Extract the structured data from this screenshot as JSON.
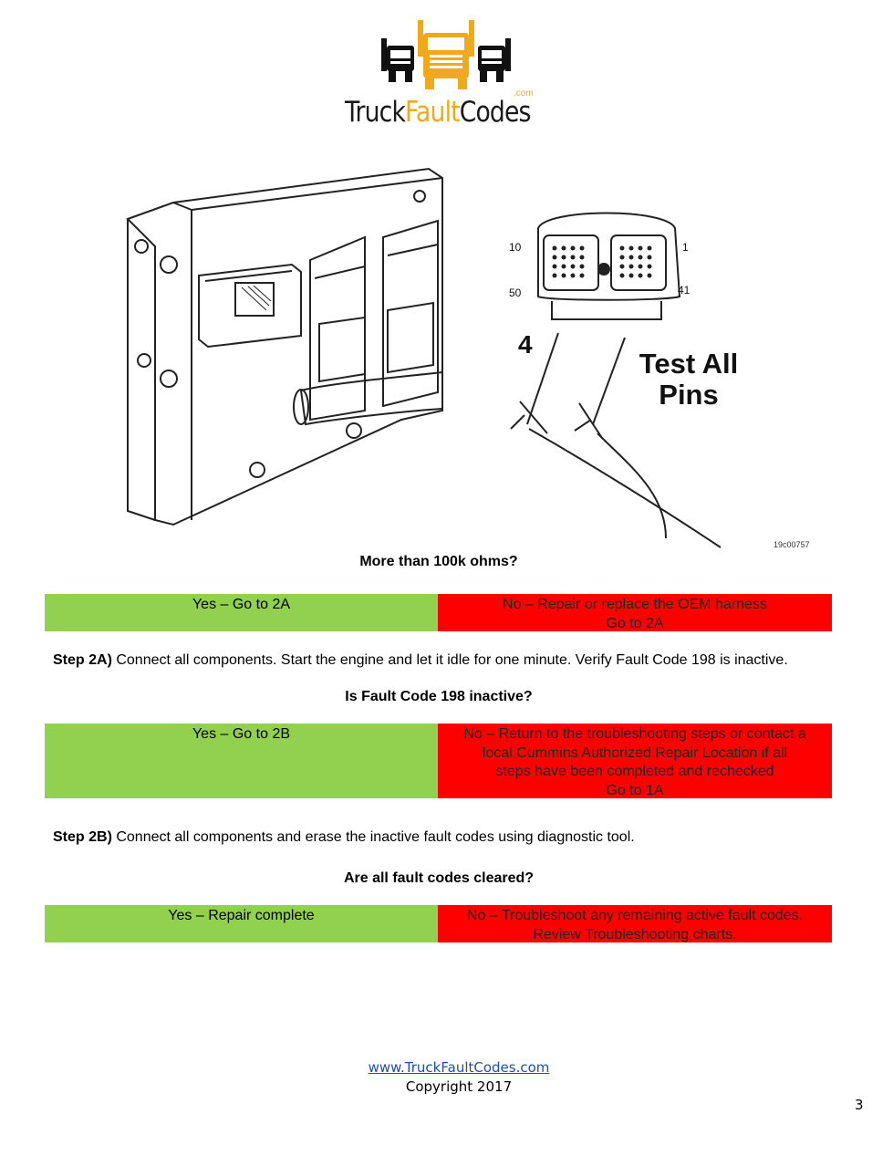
{
  "logo": {
    "part1": "Truck",
    "part2": "Fault",
    "part3": "Codes",
    "suffix": ".com"
  },
  "figure": {
    "pin_top_left": "10",
    "pin_top_right": "1",
    "pin_bottom_left": "50",
    "pin_bottom_right": "41",
    "probe_number": "4",
    "callout_line1": "Test All",
    "callout_line2": "Pins",
    "figure_id": "19c00757"
  },
  "q1": "More than 100k ohms?",
  "d1": {
    "yes": "Yes – Go to 2A",
    "no_lines": [
      "No – Repair or replace the OEM harness",
      "Go to 2A"
    ]
  },
  "step2a": {
    "label": "Step 2A)",
    "text": " Connect all components. Start the engine and let it idle for one minute. Verify Fault Code 198 is inactive."
  },
  "q2": "Is Fault Code 198 inactive?",
  "d2": {
    "yes": "Yes – Go to 2B",
    "no_lines": [
      "No – Return to the troubleshooting steps or contact a",
      "local Cummins Authorized Repair Location if all",
      "steps have been completed and rechecked",
      "Go to 1A"
    ]
  },
  "step2b": {
    "label": "Step 2B)",
    "text": " Connect all components and erase the inactive fault codes using diagnostic tool."
  },
  "q3": "Are all fault codes cleared?",
  "d3": {
    "yes": "Yes – Repair complete",
    "no_lines": [
      "No – Troubleshoot any remaining active fault codes.",
      "Review Troubleshooting charts."
    ]
  },
  "footer": {
    "link": "www.TruckFaultCodes.com",
    "copyright": "Copyright 2017"
  },
  "page_number": "3",
  "colors": {
    "yes": "#92d050",
    "no": "#ff0000",
    "logo_accent": "#f0a91a",
    "link": "#1f4fa8"
  }
}
